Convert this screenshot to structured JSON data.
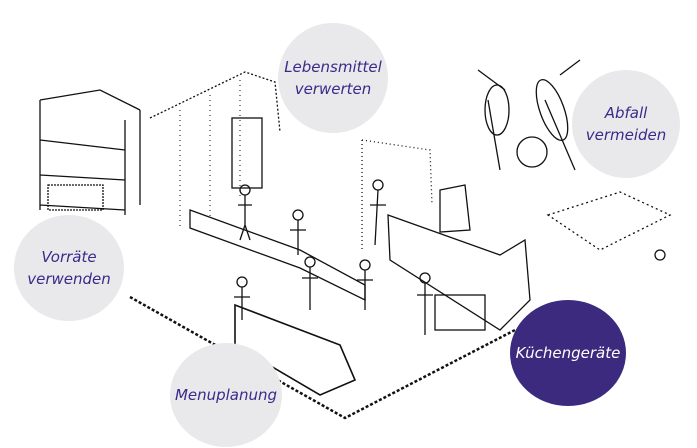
{
  "bubbles": [
    {
      "id": "lebensmittel",
      "lines": [
        "Lebensmittel",
        "verwerten"
      ],
      "active": false
    },
    {
      "id": "abfall",
      "lines": [
        "Abfall",
        "vermeiden"
      ],
      "active": false
    },
    {
      "id": "vorraete",
      "lines": [
        "Vorräte",
        "verwenden"
      ],
      "active": false
    },
    {
      "id": "menuplanung",
      "lines": [
        "Menuplanung"
      ],
      "active": false
    },
    {
      "id": "kuechengeraete",
      "lines": [
        "Küchengeräte"
      ],
      "active": true
    }
  ],
  "colors": {
    "active": "#3b2a7e",
    "inactive": "#e9e8eb",
    "text": "#3b2a8a"
  }
}
